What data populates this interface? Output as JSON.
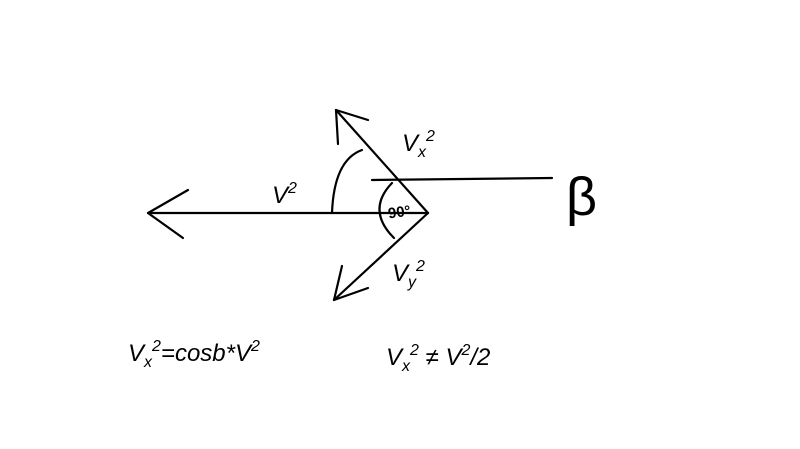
{
  "labels": {
    "v_main": {
      "base": "V",
      "sup": "2"
    },
    "vx": {
      "base": "V",
      "sub": "x",
      "sup": "2"
    },
    "vy": {
      "base": "V",
      "sub": "y",
      "sup": "2"
    },
    "beta": "β",
    "angle": "90°"
  },
  "equations": {
    "left": {
      "v": "V",
      "sub": "x",
      "sup": "2",
      "rest": "=cosb*V",
      "sup2": "2"
    },
    "right": {
      "v": "V",
      "sub": "x",
      "sup": "2",
      "neq": " ≠ ",
      "rest": "V",
      "sup2": "2",
      "tail": "/2"
    }
  },
  "colors": {
    "ink": "#000000",
    "background": "#ffffff"
  }
}
